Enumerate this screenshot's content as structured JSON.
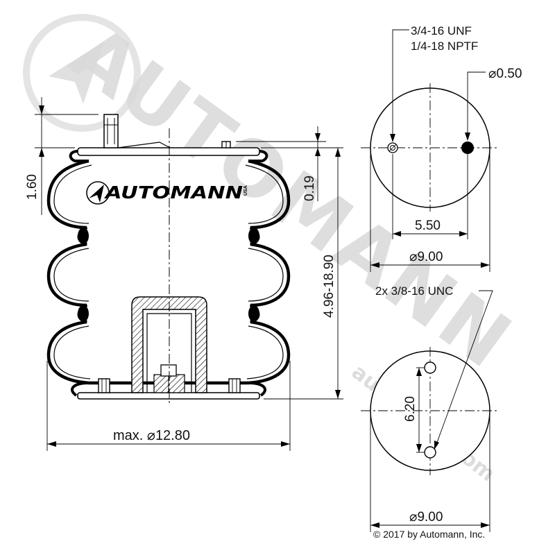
{
  "watermark": {
    "brand": "AUTOMANN",
    "url": "automann.com"
  },
  "logo": {
    "text": "AUTOMANN",
    "tag": "USA"
  },
  "dimensions": {
    "top_thread_1": "3/4-16 UNF",
    "top_thread_2": "1/4-18 NPTF",
    "air_port_dia": "⌀0.50",
    "port_spacing": "5.50",
    "top_plate_dia": "⌀9.00",
    "bottom_threads": "2x 3/8-16 UNC",
    "bottom_stud_spacing": "6.20",
    "bottom_plate_dia": "⌀9.00",
    "stud_height": "1.60",
    "offset": "0.19",
    "height_range": "4.96-18.90",
    "max_dia": "max. ⌀12.80"
  },
  "copyright": "© 2017 by Automann, Inc.",
  "colors": {
    "line": "#000000",
    "watermark": "#d9d9d9",
    "background": "#ffffff"
  }
}
